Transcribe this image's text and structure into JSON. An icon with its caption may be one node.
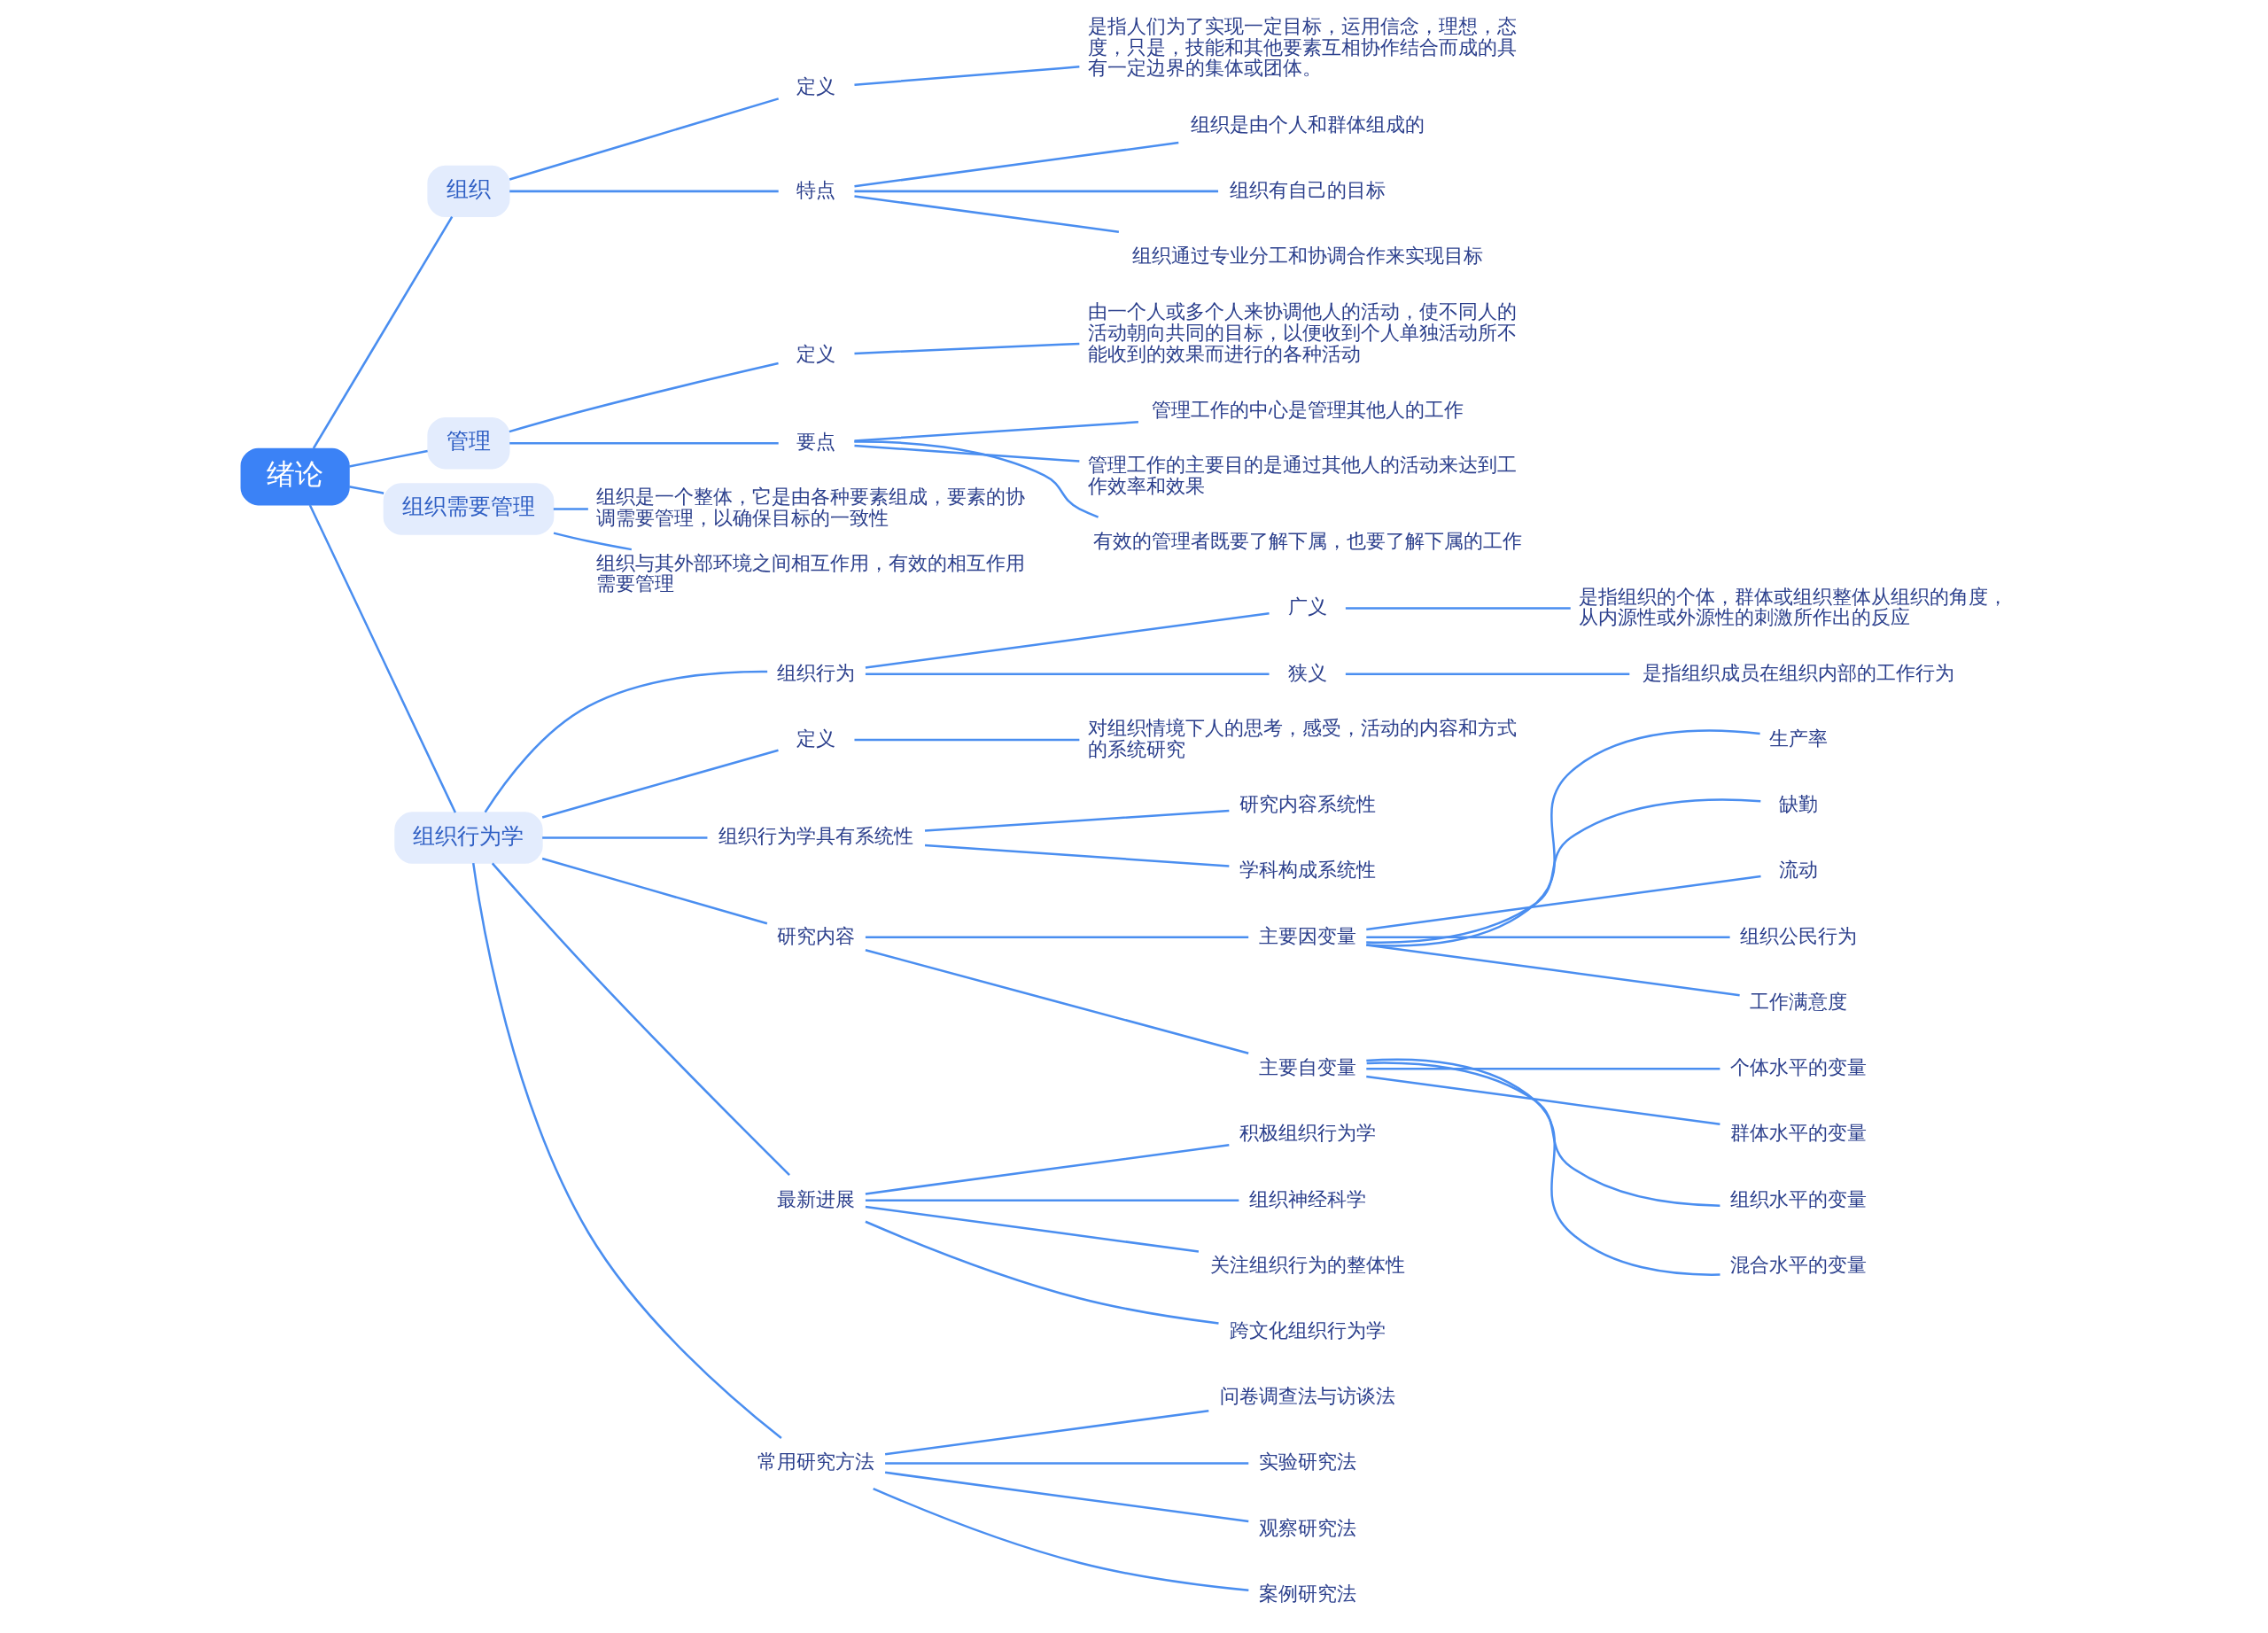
{
  "diagram": {
    "nodes": [
      {
        "text": [
          "绪论"
        ]
      },
      {
        "text": [
          "组织"
        ]
      },
      {
        "text": [
          "定义"
        ]
      },
      {
        "text": [
          "是指人们为了实现一定目标，运用信念，理想，态度，只是，技能和其他要素互相协作结合而成的具有一定边界的集体或团体。"
        ]
      },
      {
        "text": [
          "特点"
        ]
      },
      {
        "text": [
          "组织是由个人和群体组成的"
        ]
      },
      {
        "text": [
          "组织有自己的目标"
        ]
      },
      {
        "text": [
          "组织通过专业分工和协调合作来实现目标"
        ]
      },
      {
        "text": [
          "管理"
        ]
      },
      {
        "text": [
          "定义"
        ]
      },
      {
        "text": [
          "由一个人或多个人来协调他人的活动，使不同人的活动朝向共同的目标，以便收到个人单独活动所不能收到的效果而进行的各种活动"
        ]
      },
      {
        "text": [
          "要点"
        ]
      },
      {
        "text": [
          "管理工作的中心是管理其他人的工作"
        ]
      },
      {
        "text": [
          "管理工作的主要目的是通过其他人的活动来达到工作效率和效果"
        ]
      },
      {
        "text": [
          "有效的管理者既要了解下属，也要了解下属的工作"
        ]
      },
      {
        "text": [
          "组织需要管理"
        ]
      },
      {
        "text": [
          "组织是一个整体，它是由各种要素组成，要素的协调需要管理，以确保目标的一致性"
        ]
      },
      {
        "text": [
          "组织与其外部环境之间相互作用，有效的相互作用需要管理"
        ]
      },
      {
        "text": [
          "组织行为学"
        ]
      },
      {
        "text": [
          "组织行为"
        ]
      },
      {
        "text": [
          "广义"
        ]
      },
      {
        "text": [
          "是指组织的个体，群体或组织整体从组织的角度，从内源性或外源性的刺激所作出的反应"
        ]
      },
      {
        "text": [
          "狭义"
        ]
      },
      {
        "text": [
          "是指组织成员在组织内部的工作行为"
        ]
      },
      {
        "text": [
          "定义"
        ]
      },
      {
        "text": [
          "对组织情境下人的思考，感受，活动的内容和方式的系统研究"
        ]
      },
      {
        "text": [
          "组织行为学具有系统性"
        ]
      },
      {
        "text": [
          "研究内容系统性"
        ]
      },
      {
        "text": [
          "学科构成系统性"
        ]
      },
      {
        "text": [
          "研究内容"
        ]
      },
      {
        "text": [
          "主要因变量"
        ]
      },
      {
        "text": [
          "生产率"
        ]
      },
      {
        "text": [
          "缺勤"
        ]
      },
      {
        "text": [
          "流动"
        ]
      },
      {
        "text": [
          "组织公民行为"
        ]
      },
      {
        "text": [
          "工作满意度"
        ]
      },
      {
        "text": [
          "主要自变量"
        ]
      },
      {
        "text": [
          "个体水平的变量"
        ]
      },
      {
        "text": [
          "群体水平的变量"
        ]
      },
      {
        "text": [
          "组织水平的变量"
        ]
      },
      {
        "text": [
          "混合水平的变量"
        ]
      },
      {
        "text": [
          "最新进展"
        ]
      },
      {
        "text": [
          "积极组织行为学"
        ]
      },
      {
        "text": [
          "组织神经科学"
        ]
      },
      {
        "text": [
          "关注组织行为的整体性"
        ]
      },
      {
        "text": [
          "跨文化组织行为学"
        ]
      },
      {
        "text": [
          "常用研究方法"
        ]
      },
      {
        "text": [
          "问卷调查法与访谈法"
        ]
      },
      {
        "text": [
          "实验研究法"
        ]
      },
      {
        "text": [
          "观察研究法"
        ]
      },
      {
        "text": [
          "案例研究法"
        ]
      }
    ],
    "edges": [
      {
        "from": 0,
        "to": 1,
        "arrow": "none"
      },
      {
        "from": 1,
        "to": 2,
        "arrow": "none"
      },
      {
        "from": 2,
        "to": 3,
        "arrow": "none"
      },
      {
        "from": 1,
        "to": 4,
        "arrow": "none"
      },
      {
        "from": 4,
        "to": 5,
        "arrow": "none"
      },
      {
        "from": 4,
        "to": 6,
        "arrow": "none"
      },
      {
        "from": 4,
        "to": 7,
        "arrow": "none"
      },
      {
        "from": 0,
        "to": 8,
        "arrow": "none"
      },
      {
        "from": 8,
        "to": 9,
        "arrow": "none"
      },
      {
        "from": 9,
        "to": 10,
        "arrow": "none"
      },
      {
        "from": 8,
        "to": 11,
        "arrow": "none"
      },
      {
        "from": 11,
        "to": 12,
        "arrow": "none"
      },
      {
        "from": 11,
        "to": 13,
        "arrow": "none"
      },
      {
        "from": 11,
        "to": 14,
        "arrow": "none"
      },
      {
        "from": 0,
        "to": 15,
        "arrow": "none"
      },
      {
        "from": 15,
        "to": 16,
        "arrow": "none"
      },
      {
        "from": 15,
        "to": 17,
        "arrow": "none"
      },
      {
        "from": 0,
        "to": 18,
        "arrow": "none"
      },
      {
        "from": 18,
        "to": 19,
        "arrow": "none"
      },
      {
        "from": 19,
        "to": 20,
        "arrow": "none"
      },
      {
        "from": 20,
        "to": 21,
        "arrow": "none"
      },
      {
        "from": 19,
        "to": 22,
        "arrow": "none"
      },
      {
        "from": 22,
        "to": 23,
        "arrow": "none"
      },
      {
        "from": 18,
        "to": 24,
        "arrow": "none"
      },
      {
        "from": 24,
        "to": 25,
        "arrow": "none"
      },
      {
        "from": 18,
        "to": 26,
        "arrow": "none"
      },
      {
        "from": 26,
        "to": 27,
        "arrow": "none"
      },
      {
        "from": 26,
        "to": 28,
        "arrow": "none"
      },
      {
        "from": 18,
        "to": 29,
        "arrow": "none"
      },
      {
        "from": 29,
        "to": 30,
        "arrow": "none"
      },
      {
        "from": 30,
        "to": 31,
        "arrow": "none"
      },
      {
        "from": 30,
        "to": 32,
        "arrow": "none"
      },
      {
        "from": 30,
        "to": 33,
        "arrow": "none"
      },
      {
        "from": 30,
        "to": 34,
        "arrow": "none"
      },
      {
        "from": 30,
        "to": 35,
        "arrow": "none"
      },
      {
        "from": 29,
        "to": 36,
        "arrow": "none"
      },
      {
        "from": 36,
        "to": 37,
        "arrow": "none"
      },
      {
        "from": 36,
        "to": 38,
        "arrow": "none"
      },
      {
        "from": 36,
        "to": 39,
        "arrow": "none"
      },
      {
        "from": 36,
        "to": 40,
        "arrow": "none"
      },
      {
        "from": 18,
        "to": 41,
        "arrow": "none"
      },
      {
        "from": 41,
        "to": 42,
        "arrow": "none"
      },
      {
        "from": 41,
        "to": 43,
        "arrow": "none"
      },
      {
        "from": 41,
        "to": 44,
        "arrow": "none"
      },
      {
        "from": 41,
        "to": 45,
        "arrow": "none"
      },
      {
        "from": 18,
        "to": 46,
        "arrow": "none"
      },
      {
        "from": 46,
        "to": 47,
        "arrow": "none"
      },
      {
        "from": 46,
        "to": 48,
        "arrow": "none"
      },
      {
        "from": 46,
        "to": 49,
        "arrow": "none"
      },
      {
        "from": 46,
        "to": 50,
        "arrow": "none"
      }
    ]
  }
}
